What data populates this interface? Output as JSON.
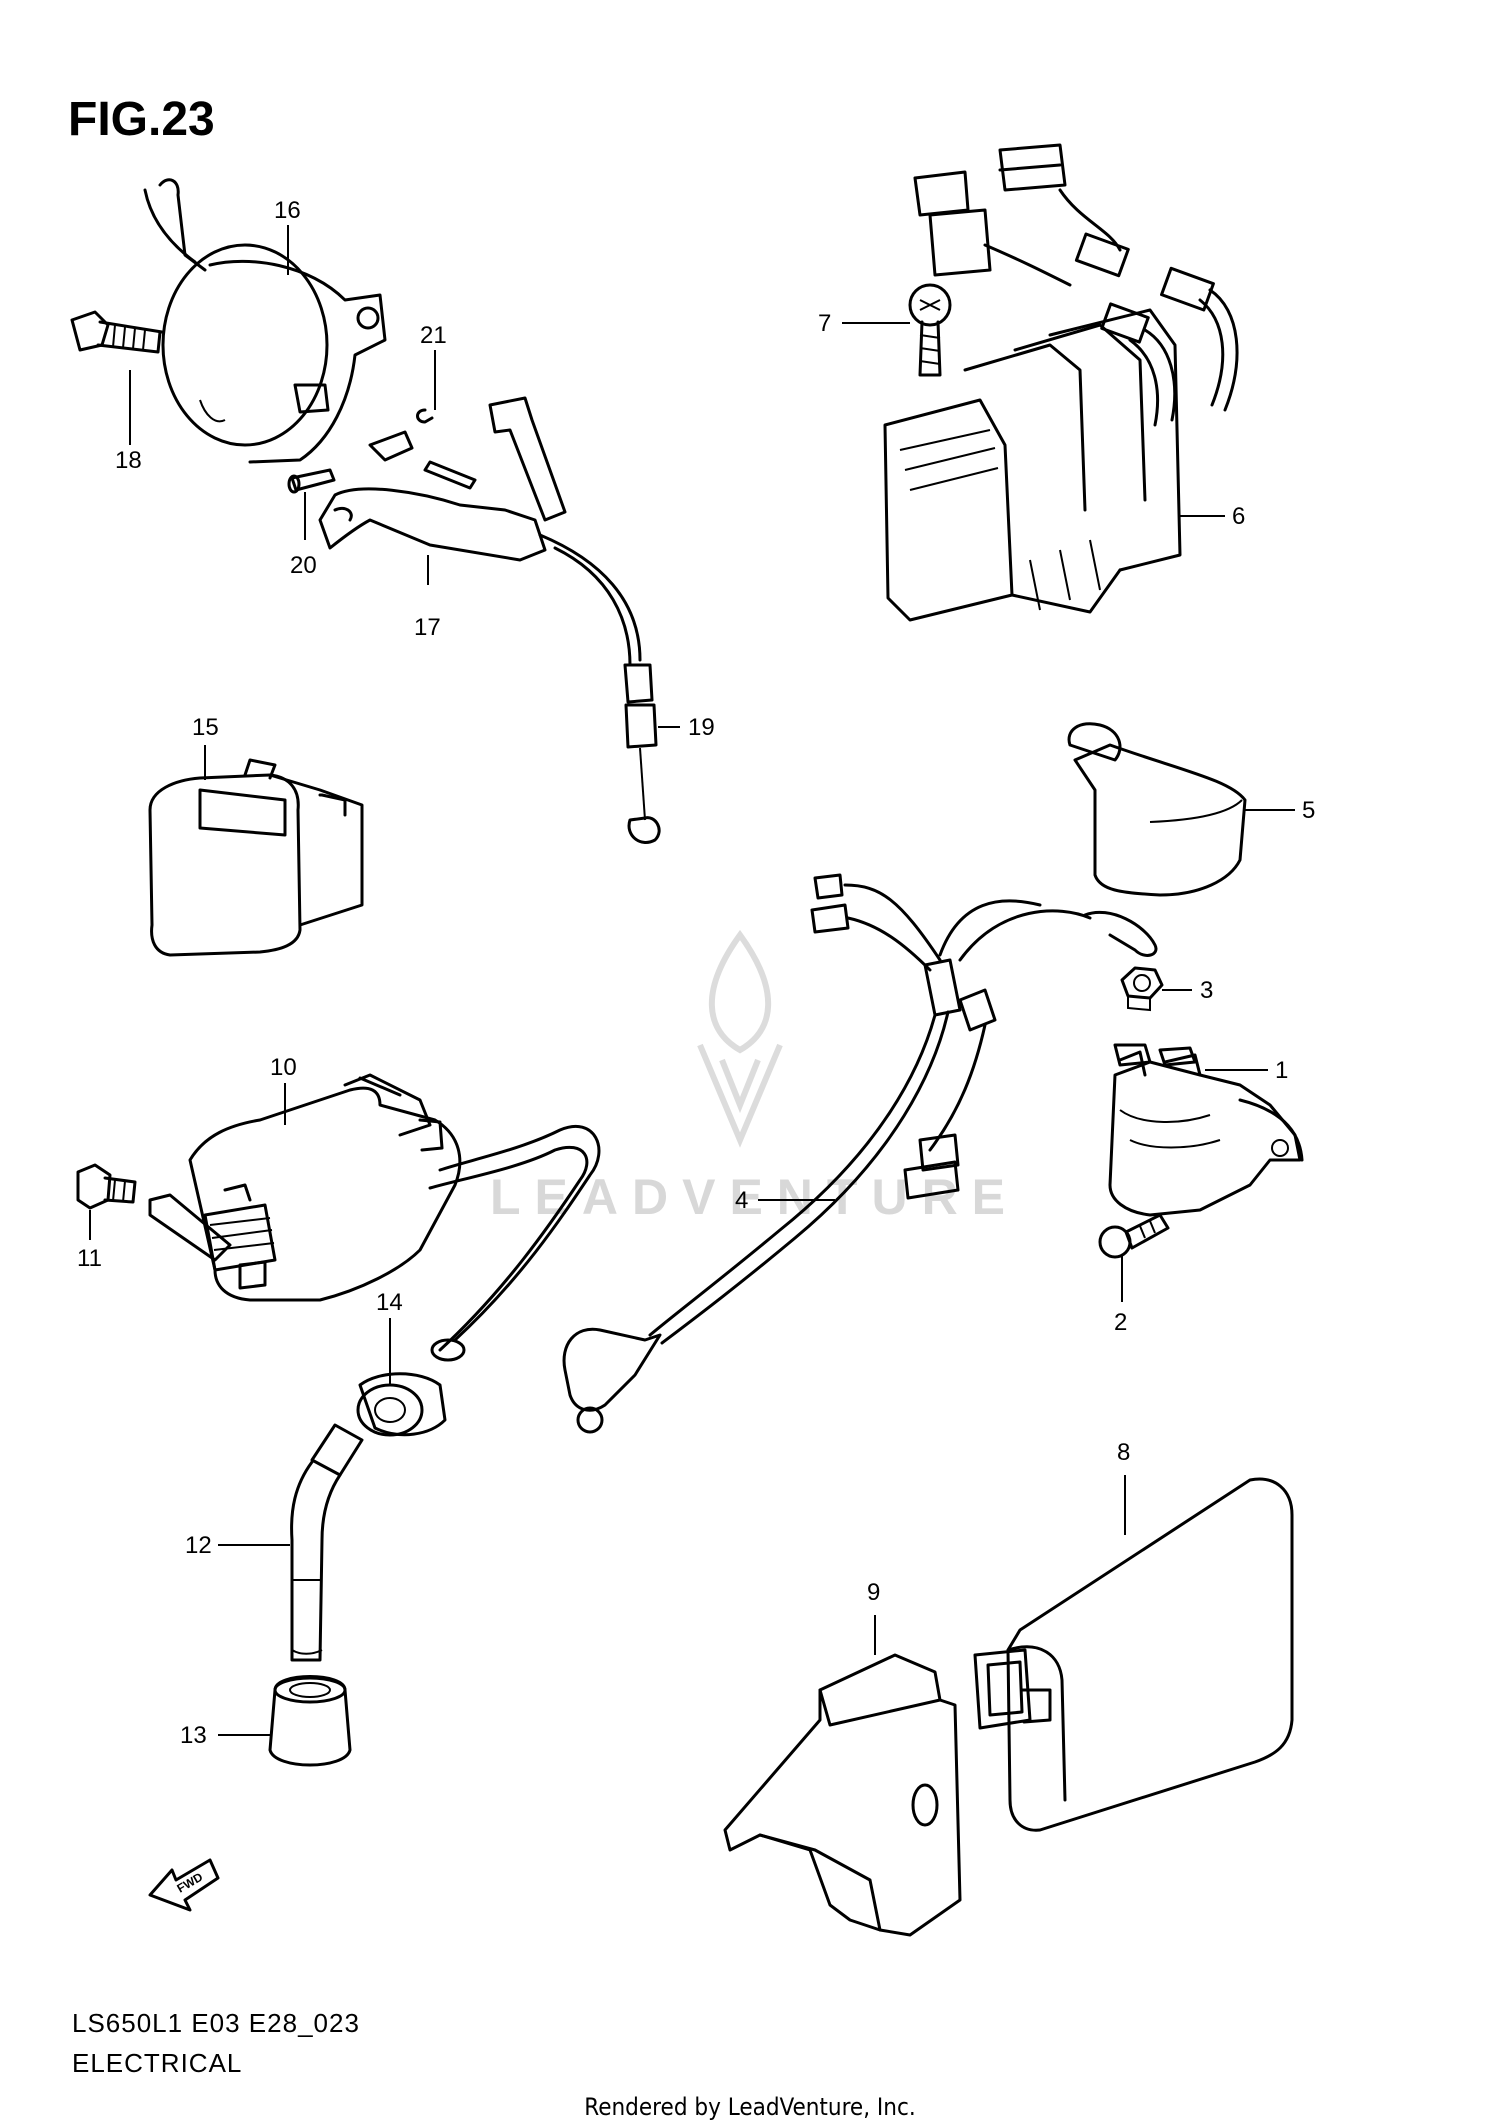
{
  "figure": {
    "title": "FIG.23",
    "model_code": "LS650L1 E03 E28_023",
    "section": "ELECTRICAL",
    "footer": "Rendered by LeadVenture, Inc.",
    "watermark": "LEADVENTURE",
    "fwd_label": "FWD"
  },
  "callouts": [
    "1",
    "2",
    "3",
    "4",
    "5",
    "6",
    "7",
    "8",
    "9",
    "10",
    "11",
    "12",
    "13",
    "14",
    "15",
    "16",
    "17",
    "18",
    "19",
    "20",
    "21"
  ],
  "colors": {
    "line": "#000000",
    "background": "#ffffff",
    "watermark": "#d8d8d8"
  }
}
